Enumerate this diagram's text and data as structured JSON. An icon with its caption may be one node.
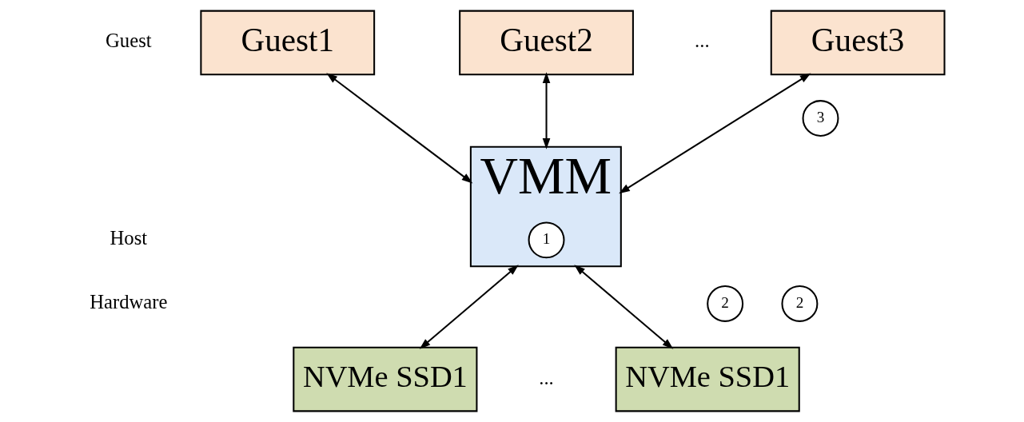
{
  "diagram": {
    "nodes": [
      {
        "text": [
          "Guest1"
        ]
      },
      {
        "text": [
          "Guest2"
        ]
      },
      {
        "text": [
          "Guest3"
        ]
      },
      {
        "text": [
          "3"
        ]
      },
      {
        "text": [
          "VMM"
        ]
      },
      {
        "text": [
          "1"
        ],
        "in": 4
      },
      {
        "text": [
          "2"
        ]
      },
      {
        "text": [
          "2"
        ]
      },
      {
        "text": [
          "NVMe SSD1"
        ]
      },
      {
        "text": [
          "NVMe SSD1"
        ]
      }
    ],
    "edges": [
      {
        "from": 0,
        "to": 4,
        "arrow": "both"
      },
      {
        "from": 1,
        "to": 4,
        "arrow": "both"
      },
      {
        "from": 2,
        "to": 4,
        "arrow": "both"
      },
      {
        "from": 4,
        "to": 8,
        "arrow": "both"
      },
      {
        "from": 4,
        "to": 9,
        "arrow": "both"
      }
    ],
    "labels": [
      "Guest",
      "...",
      "Host",
      "Hardware",
      "..."
    ]
  }
}
